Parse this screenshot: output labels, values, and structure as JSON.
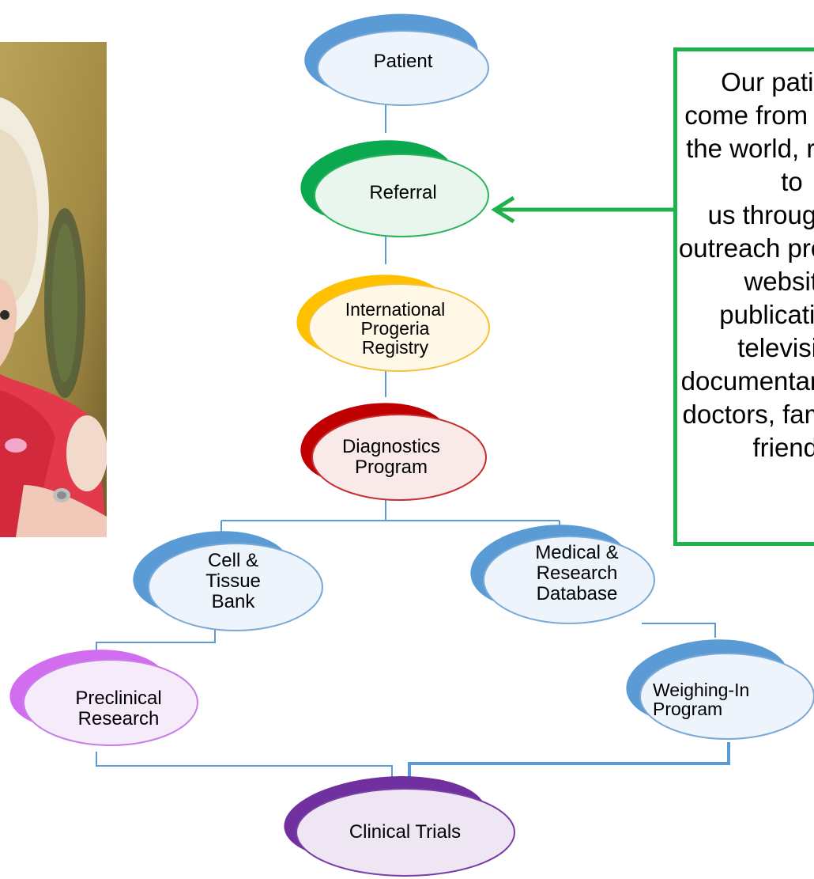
{
  "nodes": [
    {
      "key": "patient",
      "label": "Patient",
      "color": "#5b9bd5",
      "fill": "#eef4fb",
      "border": "#7aa9d6"
    },
    {
      "key": "referral",
      "label": "Referral",
      "color": "#0aa84f",
      "fill": "#e8f6ee",
      "border": "#2bb35e"
    },
    {
      "key": "registry",
      "label": "International\nProgeria\nRegistry",
      "color": "#ffc000",
      "fill": "#fff8e6",
      "border": "#f2c23a"
    },
    {
      "key": "diagnostics",
      "label": "Diagnostics\nProgram",
      "color": "#c00000",
      "fill": "#f9e9e9",
      "border": "#c73030"
    },
    {
      "key": "cell_bank",
      "label": "Cell  &\nTissue\nBank",
      "color": "#5b9bd5",
      "fill": "#eef4fb",
      "border": "#7aa9d6"
    },
    {
      "key": "database",
      "label": "Medical  &\nResearch\nDatabase",
      "color": "#5b9bd5",
      "fill": "#eef4fb",
      "border": "#7aa9d6"
    },
    {
      "key": "preclinical",
      "label": "Preclinical\nResearch",
      "color": "#d36df0",
      "fill": "#f6ebfb",
      "border": "#c77ee6"
    },
    {
      "key": "weighing",
      "label": "Weighing-In\nProgram",
      "color": "#5b9bd5",
      "fill": "#eef4fb",
      "border": "#7aa9d6"
    },
    {
      "key": "clinical",
      "label": "Clinical Trials",
      "color": "#7030a0",
      "fill": "#efe6f4",
      "border": "#7a3ea6"
    }
  ],
  "info_box": {
    "lines": "Our patients\ncome from all over\nthe world, referred to\nus through our\noutreach programs,\nwebsite,\npublications,\ntelevision\ndocumentaries and\ndoctors, family and\nfriends",
    "border_color": "#1fb14b"
  },
  "connector_color": "#5b9bd5",
  "photo": {
    "description_icon": "child-photo"
  }
}
